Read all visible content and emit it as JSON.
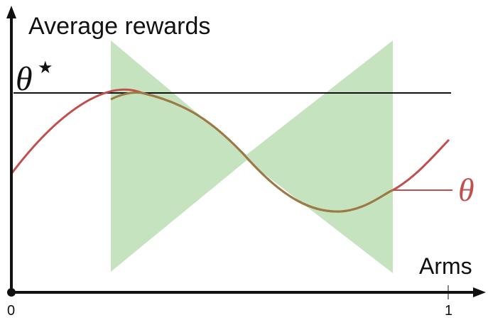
{
  "labels": {
    "y_axis": "Average rewards",
    "x_axis": "Arms",
    "theta_star_symbol": "θ",
    "theta_star_superscript": "★",
    "theta_symbol": "θ",
    "tick_zero": "0",
    "tick_one": "1"
  },
  "colors": {
    "axis": "#111111",
    "curve": "#c0504d",
    "shaded": "#c6e3c0",
    "overlap_curve": "#9a7a45",
    "reference_line": "#111111"
  }
}
